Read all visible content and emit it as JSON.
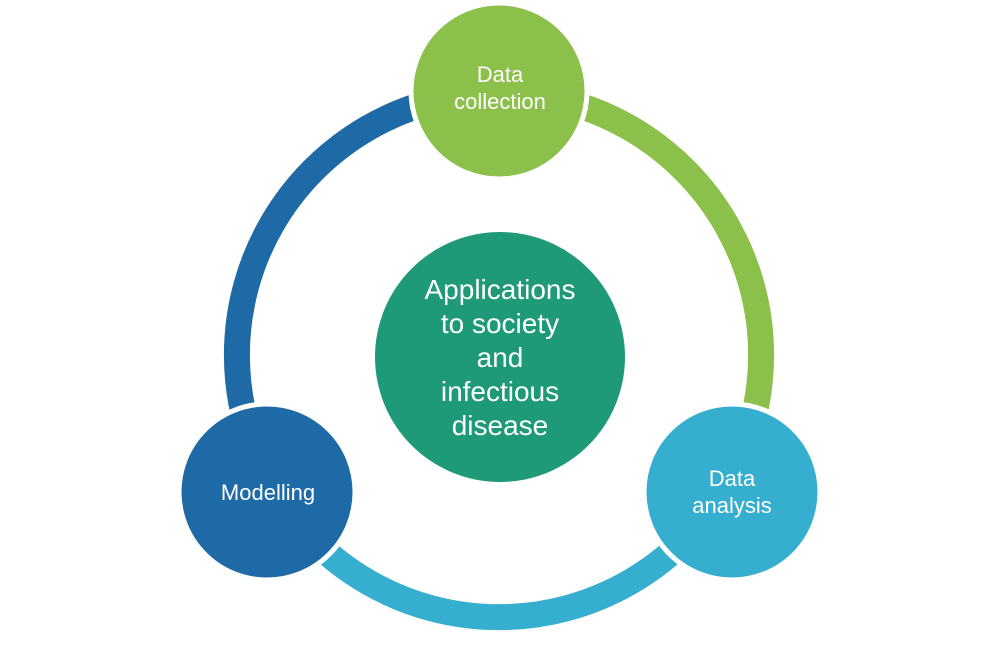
{
  "diagram": {
    "center": {
      "lines": [
        "Applications",
        "to society",
        "and",
        "infectious",
        "disease"
      ],
      "color": "#1e9a78"
    },
    "nodes": {
      "data_collection": {
        "lines": [
          "Data",
          "collection"
        ],
        "color": "#8bc04a"
      },
      "data_analysis": {
        "lines": [
          "Data",
          "analysis"
        ],
        "color": "#35aecf"
      },
      "modelling": {
        "lines": [
          "Modelling"
        ],
        "color": "#1e6aa6"
      }
    },
    "arcs": {
      "collection_to_analysis": "#8bc04a",
      "analysis_to_modelling": "#35aecf",
      "modelling_to_collection": "#1e6aa6"
    }
  }
}
